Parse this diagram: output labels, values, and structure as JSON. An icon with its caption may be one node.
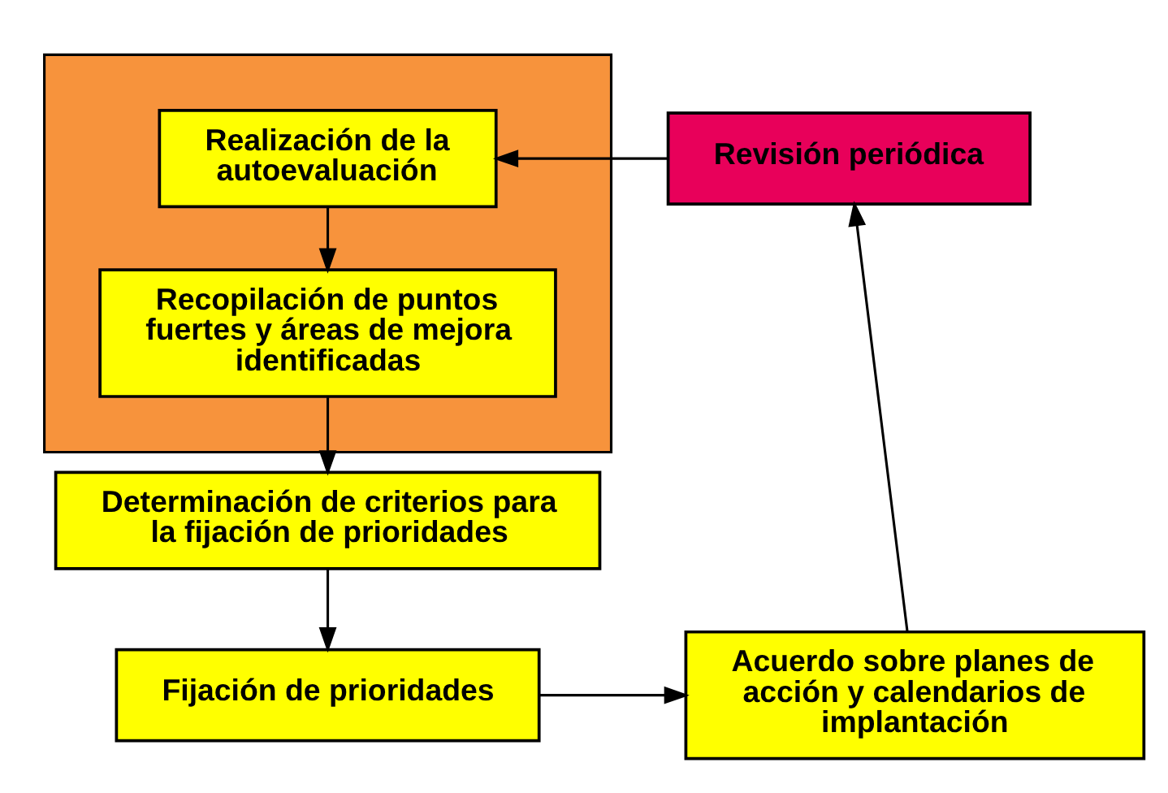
{
  "diagram": {
    "nodes": [
      {
        "text": [],
        "shape": "box"
      },
      {
        "text": [
          "Realización de la autoevaluación"
        ],
        "in": 0
      },
      {
        "text": [
          "Recopilación de puntos fuertes y áreas de mejora identificadas"
        ],
        "in": 0
      },
      {
        "text": [
          "Revisión periódica"
        ]
      },
      {
        "text": [
          "Determinación de criterios para la fijación de prioridades"
        ]
      },
      {
        "text": [
          "Fijación de prioridades"
        ]
      },
      {
        "text": [
          "Acuerdo sobre planes de acción y calendarios de implantación"
        ]
      }
    ],
    "edges": [
      {
        "from": 1,
        "to": 2,
        "arrow": "to"
      },
      {
        "from": 2,
        "to": 4,
        "arrow": "to"
      },
      {
        "from": 4,
        "to": 5,
        "arrow": "to"
      },
      {
        "from": 5,
        "to": 6,
        "arrow": "to"
      },
      {
        "from": 6,
        "to": 3,
        "arrow": "to"
      },
      {
        "from": 3,
        "to": 1,
        "arrow": "to"
      }
    ]
  }
}
